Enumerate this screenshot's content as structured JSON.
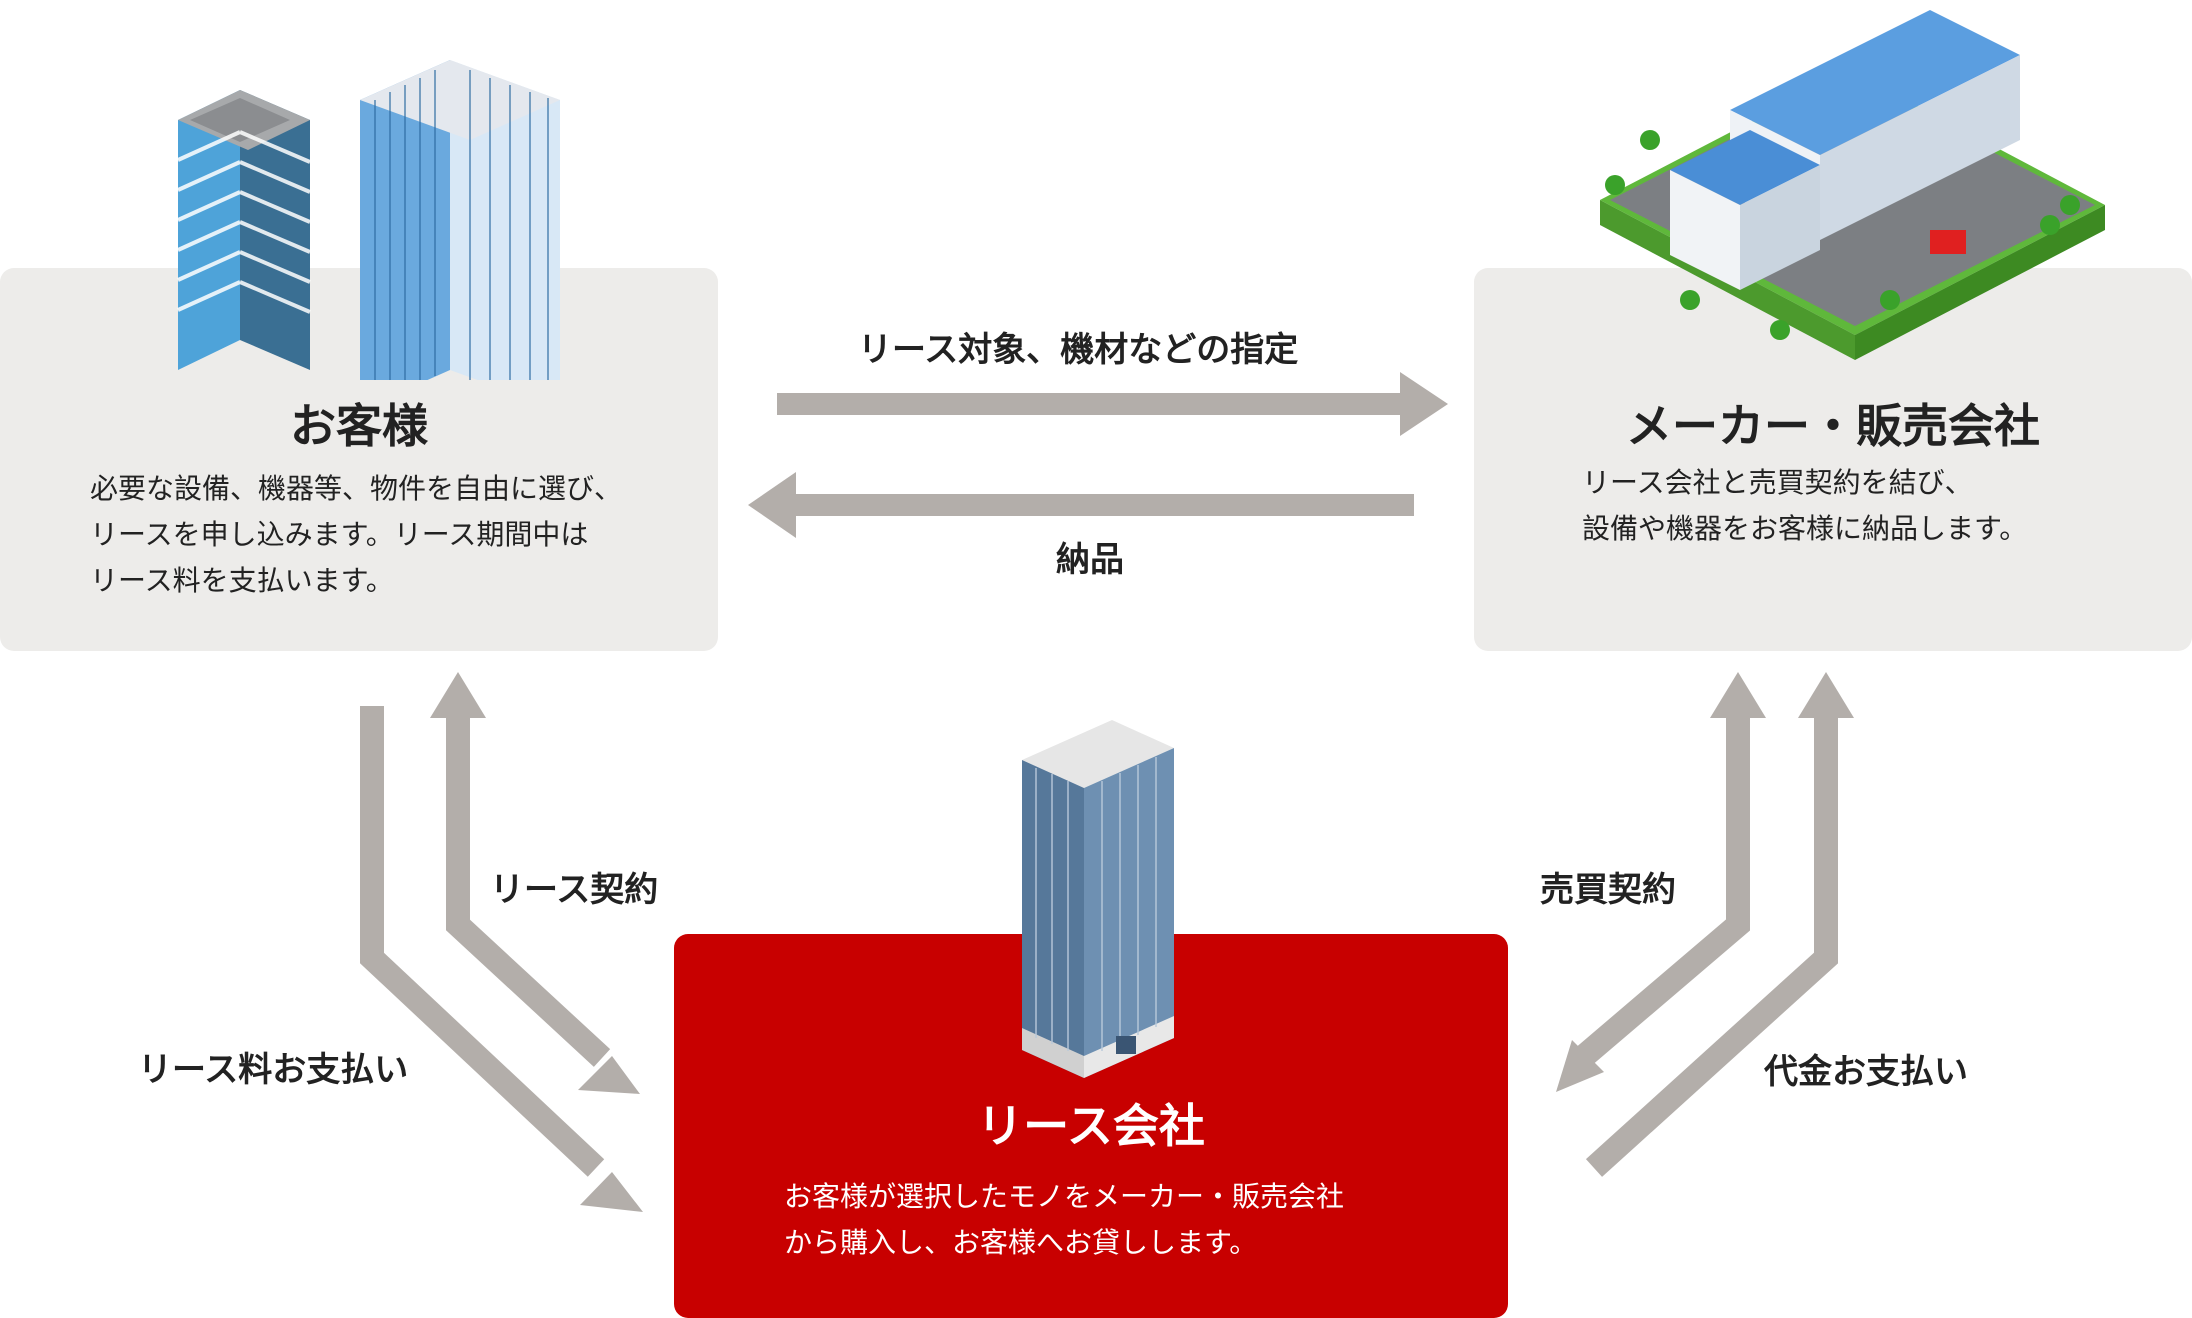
{
  "customer": {
    "title": "お客様",
    "description": "必要な設備、機器等、物件を自由に選び、\nリースを申し込みます。リース期間中は\nリース料を支払います。"
  },
  "maker": {
    "title": "メーカー・販売会社",
    "description": "リース会社と売買契約を結び、\n設備や機器をお客様に納品します。"
  },
  "lease_company": {
    "title": "リース会社",
    "description": "お客様が選択したモノをメーカー・販売会社\nから購入し、お客様へお貸しします。"
  },
  "flows": {
    "spec": "リース対象、機材などの指定",
    "delivery": "納品",
    "lease_contract": "リース契約",
    "lease_fee": "リース料お支払い",
    "sales_contract": "売買契約",
    "payment": "代金お支払い"
  },
  "colors": {
    "box_gray": "#edecea",
    "box_red": "#c80000",
    "arrow": "#b3aeaa"
  },
  "icons": [
    "office-buildings-icon",
    "factory-icon",
    "lease-company-building-icon"
  ]
}
